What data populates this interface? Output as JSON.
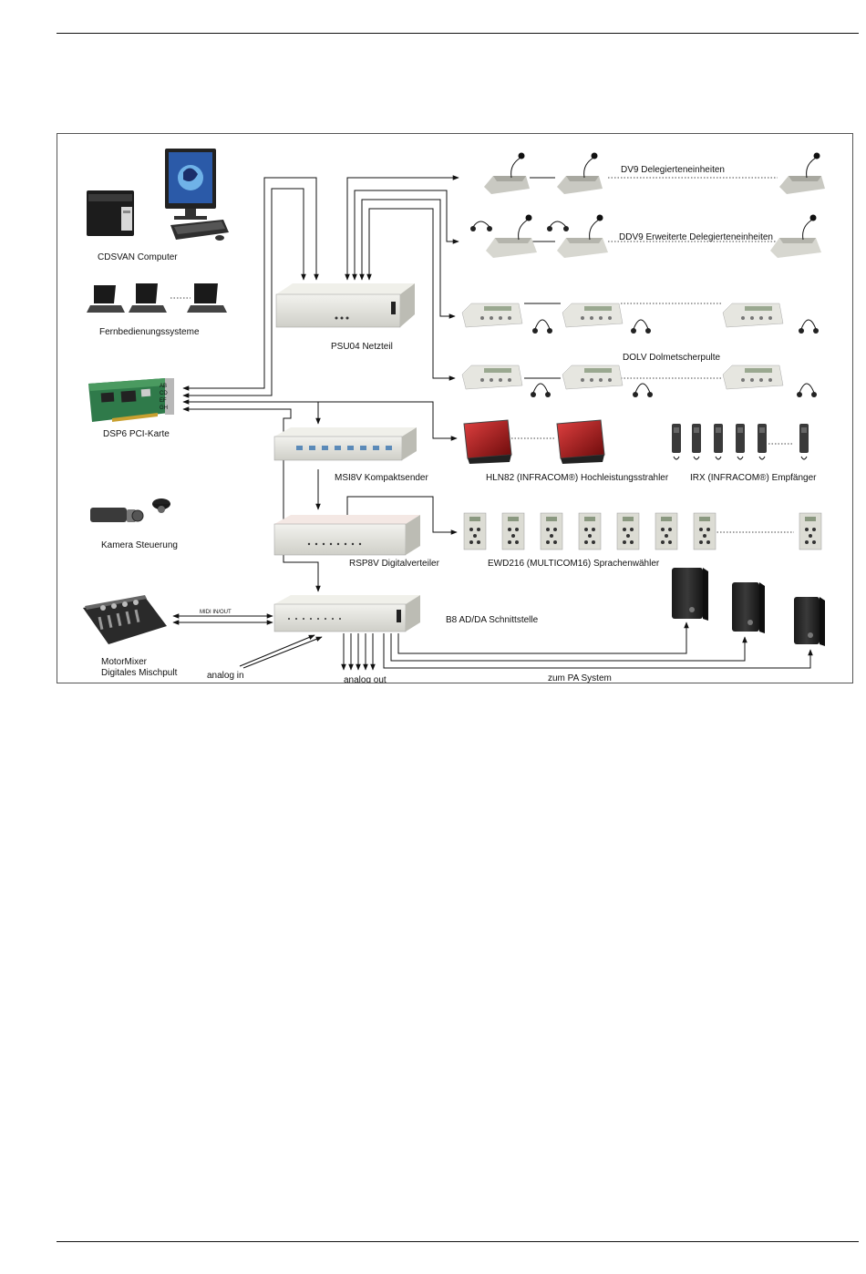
{
  "labels": {
    "cdsvan": "CDSVAN Computer",
    "remote": "Fernbedienungssysteme",
    "psu": "PSU04 Netzteil",
    "dsp": "DSP6  PCI-Karte",
    "ports": [
      "AB",
      "CD",
      "EF",
      "GH"
    ],
    "camera": "Kamera Steuerung",
    "msi": "MSI8V Kompaktsender",
    "hln": "HLN82 (INFRACOM®) Hochleistungsstrahler",
    "irx": "IRX (INFRACOM®) Empfänger",
    "rsp": "RSP8V Digitalverteiler",
    "ewd": "EWD216 (MULTICOM16) Sprachenwähler",
    "dv9": "DV9 Delegierteneinheiten",
    "ddv9": "DDV9 Erweiterte Delegierteneinheiten",
    "dolv": "DOLV Dolmetscherpulte",
    "b8": "B8 AD/DA Schnittstelle",
    "midi": "MIDI IN/OUT",
    "motormixer_1": "MotorMixer",
    "motormixer_2": "Digitales Mischpult",
    "analog_in": "analog in",
    "analog_out": "analog out",
    "pa": "zum PA System"
  },
  "colors": {
    "line": "#111111",
    "device_panel": "#e4e4de",
    "device_dark": "#2a2a2a",
    "emitter_red": "#b02020"
  }
}
